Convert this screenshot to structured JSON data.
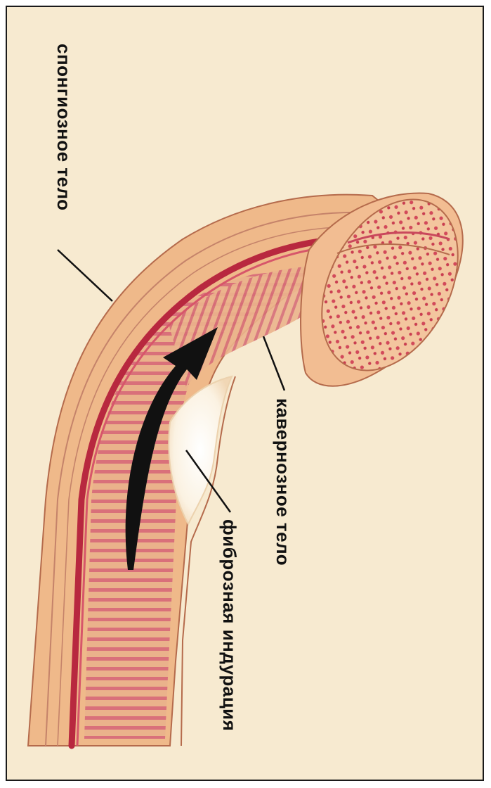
{
  "labels": {
    "spongy_body": "спонгиозное тело",
    "cavernous_body": "кавернозное тело",
    "fibrous_induration": "фиброзная индурация"
  },
  "colors": {
    "background": "#f7ead0",
    "skin": "#efb98a",
    "tissue": "#e9a77f",
    "stripes": "#c94a5b",
    "urethra_line": "#b8283f",
    "plaque": "#fdf8ee",
    "arrow": "#111111"
  }
}
